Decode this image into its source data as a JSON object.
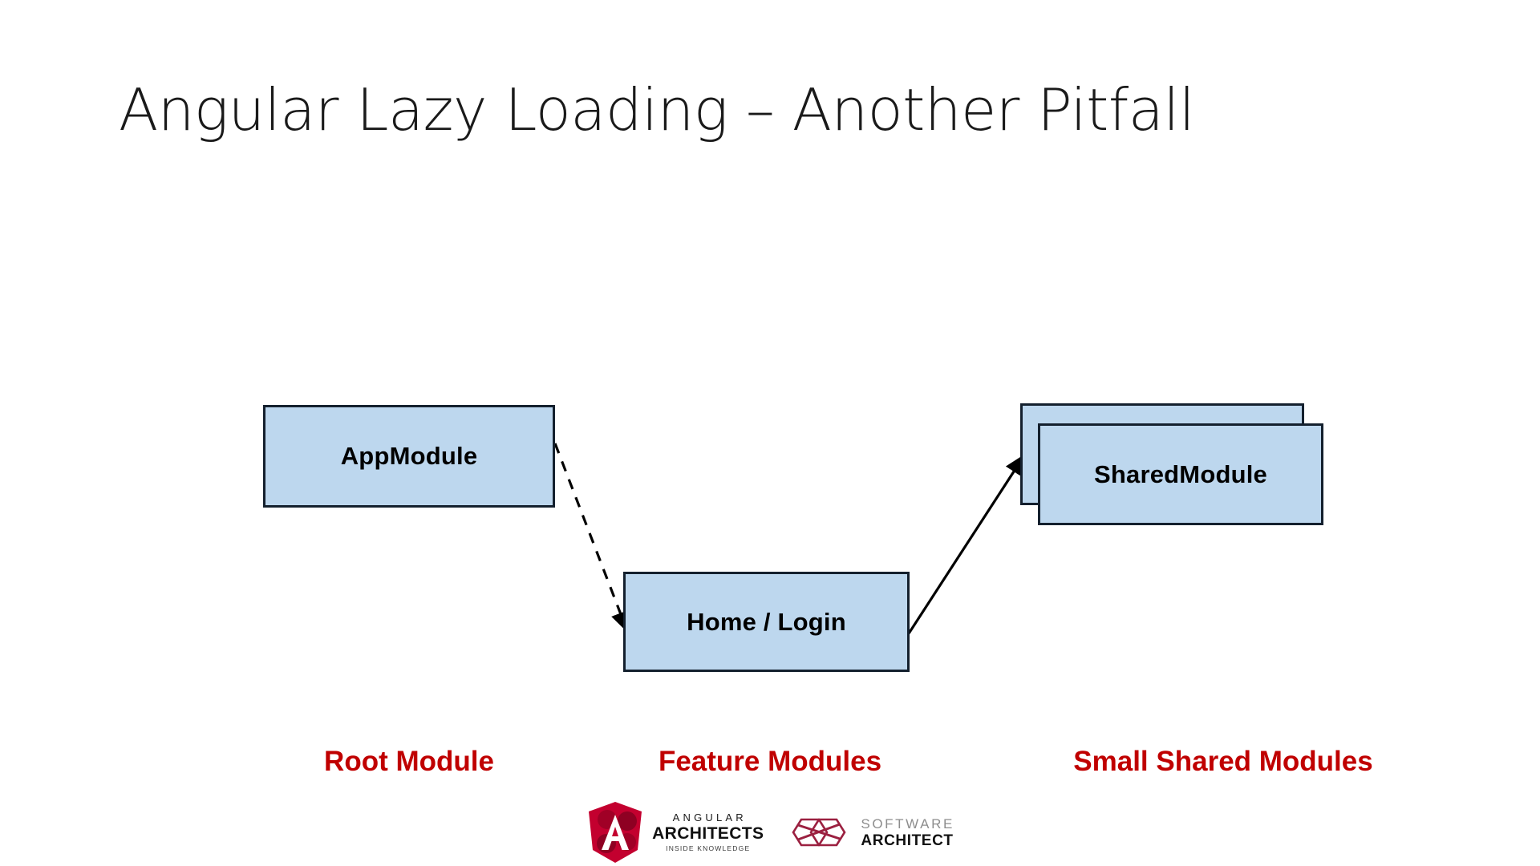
{
  "slide": {
    "title": "Angular Lazy Loading – Another Pitfall",
    "background_color": "#ffffff"
  },
  "diagram": {
    "type": "module-dependency-diagram",
    "node_fill_color": "#bdd7ee",
    "node_border_color": "#14202e",
    "nodes": [
      {
        "id": "app-module",
        "label": "AppModule",
        "column": "root"
      },
      {
        "id": "home-login",
        "label": "Home / Login",
        "column": "feature"
      },
      {
        "id": "shared-back",
        "label": "",
        "column": "shared"
      },
      {
        "id": "shared-front",
        "label": "SharedModule",
        "column": "shared"
      }
    ],
    "edges": [
      {
        "id": "app-to-home",
        "from": "app-module",
        "to": "home-login",
        "style": "dashed",
        "arrowhead": "filled"
      },
      {
        "id": "home-to-shared",
        "from": "home-login",
        "to": "shared-back",
        "style": "solid",
        "arrowhead": "filled"
      }
    ],
    "captions": {
      "color": "#c00000",
      "root": "Root Module",
      "feature": "Feature Modules",
      "shared": "Small Shared Modules"
    }
  },
  "footer": {
    "angular_architects": {
      "icon": "angular-shield-icon",
      "shield_color": "#c3002f",
      "top_line": "ANGULAR",
      "main_line": "ARCHITECTS",
      "sub_line": "INSIDE KNOWLEDGE",
      "monogram": "A"
    },
    "software_architect": {
      "icon": "infinity-hexagon-icon",
      "mark_color": "#9b2040",
      "top_line": "SOFTWARE",
      "main_line": "ARCHITECT"
    }
  }
}
